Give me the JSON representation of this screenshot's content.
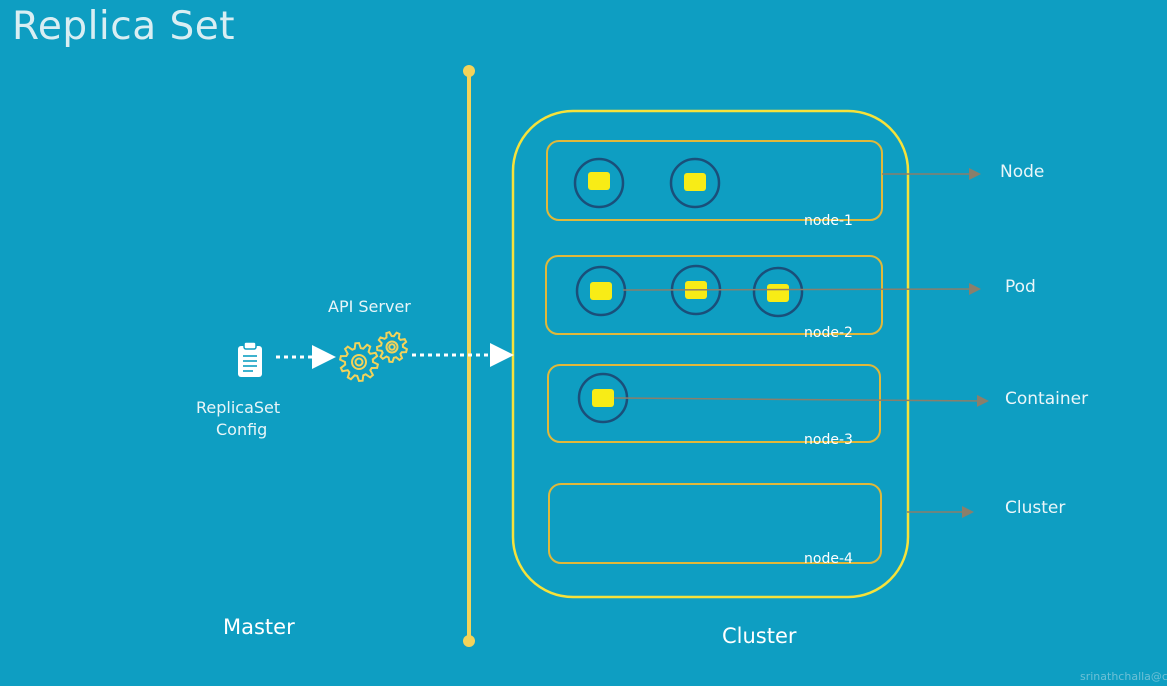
{
  "title": "Replica Set",
  "config": {
    "label_line1": "ReplicaSet",
    "label_line2": "Config",
    "icon": "clipboard-icon"
  },
  "api_server": {
    "label": "API Server",
    "icon": "gears-icon"
  },
  "sections": {
    "master": "Master",
    "cluster": "Cluster"
  },
  "nodes": [
    {
      "label": "node-1",
      "pods": 2
    },
    {
      "label": "node-2",
      "pods": 3
    },
    {
      "label": "node-3",
      "pods": 1
    },
    {
      "label": "node-4",
      "pods": 0
    }
  ],
  "legend": {
    "node": "Node",
    "pod": "Pod",
    "container": "Container",
    "cluster": "Cluster"
  },
  "credit": "srinathchalla@c",
  "colors": {
    "background": "#0e9ec2",
    "accent_yellow": "#f6e23a",
    "node_border": "#e0b83a",
    "pod_circle": "#1a4f7a",
    "container": "#f8ec16",
    "pointer": "#8a7f6b"
  }
}
